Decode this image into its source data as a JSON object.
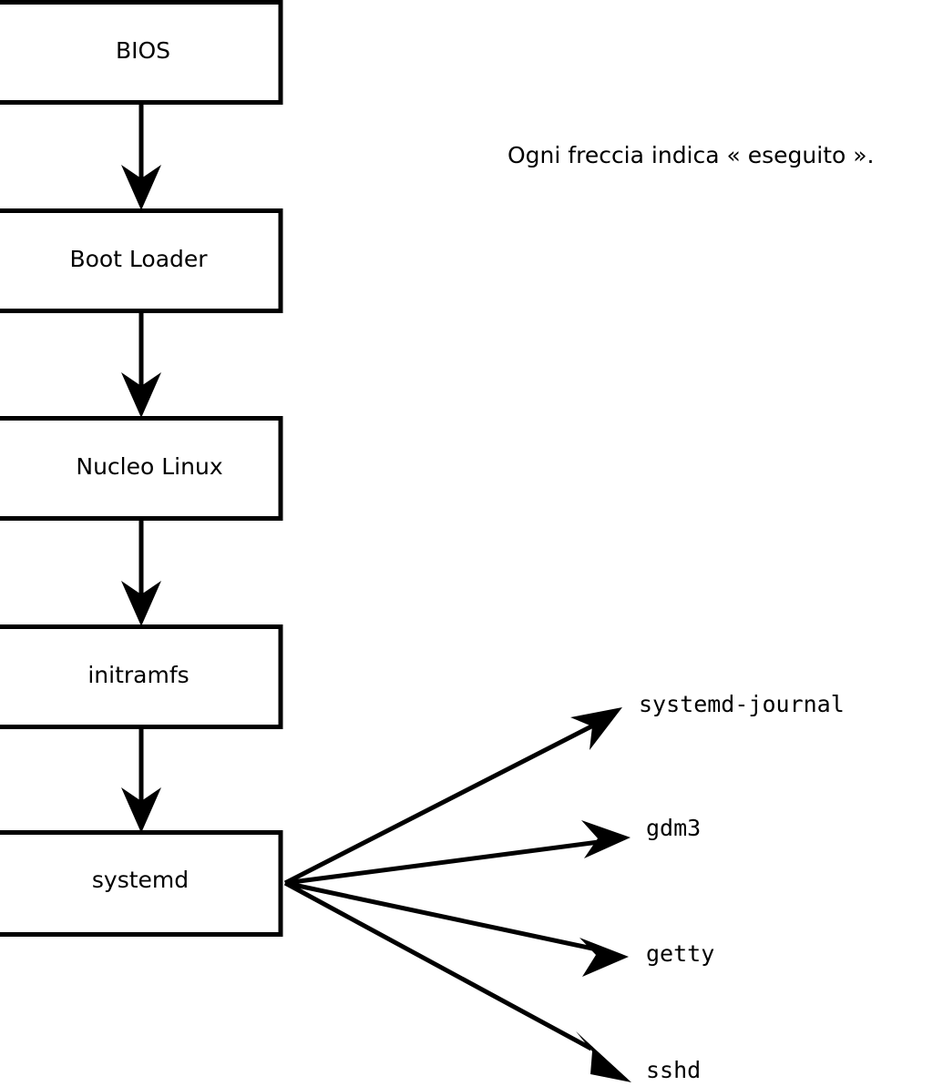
{
  "diagram": {
    "title_caption": "Ogni freccia indica « eseguito ».",
    "background_color": "#ffffff",
    "stroke_color": "#000000",
    "boot_chain": [
      {
        "id": "bios",
        "label": "BIOS"
      },
      {
        "id": "boot-loader",
        "label": "Boot Loader"
      },
      {
        "id": "kernel",
        "label": "Nucleo Linux"
      },
      {
        "id": "initramfs",
        "label": "initramfs"
      },
      {
        "id": "systemd",
        "label": "systemd"
      }
    ],
    "services": [
      {
        "id": "systemd-journal",
        "label": "systemd-journal"
      },
      {
        "id": "gdm3",
        "label": "gdm3"
      },
      {
        "id": "getty",
        "label": "getty"
      },
      {
        "id": "sshd",
        "label": "sshd"
      }
    ]
  }
}
